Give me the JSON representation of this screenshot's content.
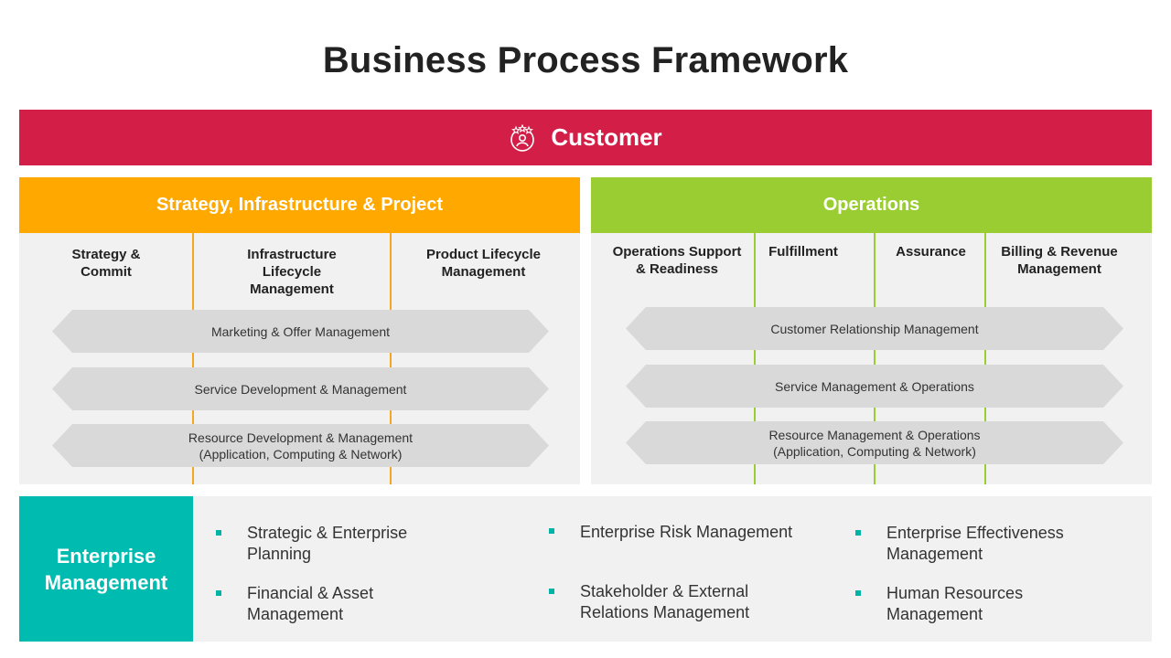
{
  "title": "Business Process Framework",
  "colors": {
    "customer": "#d31e48",
    "strategy": "#ffa800",
    "operations": "#9acd32",
    "enterprise": "#00bcb0",
    "panel_bg": "#f1f1f1",
    "hex_bg": "#d9d9d9"
  },
  "customer": {
    "label": "Customer",
    "icon": "customer-rating-icon"
  },
  "strategy": {
    "header": "Strategy,  Infrastructure  & Project",
    "columns": [
      {
        "line1": "Strategy &",
        "line2": "Commit",
        "line3": ""
      },
      {
        "line1": "Infrastructure",
        "line2": "Lifecycle",
        "line3": "Management"
      },
      {
        "line1": "Product Lifecycle",
        "line2": "Management",
        "line3": ""
      }
    ],
    "processes": [
      {
        "line1": "Marketing & Offer Management",
        "line2": ""
      },
      {
        "line1": "Service Development & Management",
        "line2": ""
      },
      {
        "line1": "Resource Development & Management",
        "line2": "(Application, Computing & Network)"
      }
    ]
  },
  "operations": {
    "header": "Operations",
    "columns": [
      {
        "line1": "Operations Support",
        "line2": "& Readiness"
      },
      {
        "line1": "Fulfillment",
        "line2": ""
      },
      {
        "line1": "Assurance",
        "line2": ""
      },
      {
        "line1": "Billing & Revenue",
        "line2": "Management"
      }
    ],
    "processes": [
      {
        "line1": "Customer Relationship Management",
        "line2": ""
      },
      {
        "line1": "Service Management & Operations",
        "line2": ""
      },
      {
        "line1": "Resource Management & Operations",
        "line2": "(Application, Computing & Network)"
      }
    ]
  },
  "enterprise": {
    "header_line1": "Enterprise",
    "header_line2": "Management",
    "items": [
      {
        "line1": "Strategic & Enterprise",
        "line2": "Planning"
      },
      {
        "line1": "Financial & Asset",
        "line2": "Management"
      },
      {
        "line1": "Enterprise Risk Management",
        "line2": ""
      },
      {
        "line1": "Stakeholder & External",
        "line2": "Relations Management"
      },
      {
        "line1": "Enterprise Effectiveness",
        "line2": "Management"
      },
      {
        "line1": "Human Resources",
        "line2": "Management"
      }
    ]
  }
}
